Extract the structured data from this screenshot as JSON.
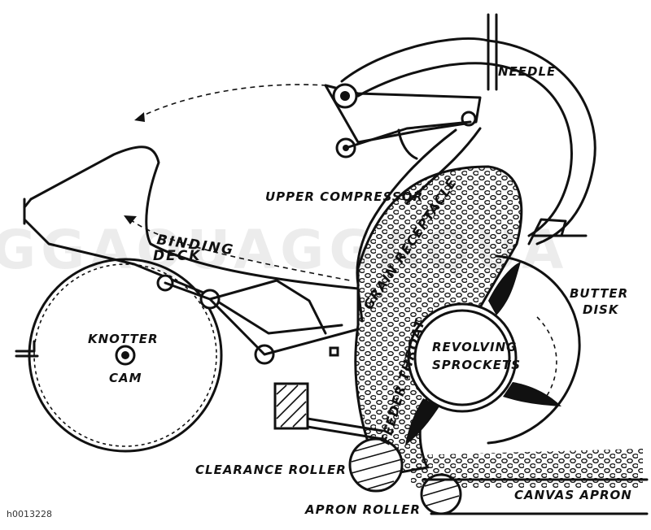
{
  "labels": {
    "needle": "NEEDLE",
    "upper_compressor": "UPPER COMPRESSOR",
    "binding_deck_line1": "BINDING",
    "binding_deck_line2": "DECK",
    "grain_receptacle": "GRAIN RECEPTACLE",
    "butter_disk_line1": "BUTTER",
    "butter_disk_line2": "DISK",
    "knotter_cam_line1": "KNOTTER",
    "knotter_cam_line2": "CAM",
    "revolving_sprockets_line1": "REVOLVING",
    "revolving_sprockets_line2": "SPROCKETS",
    "feeder_throat": "FEEDER THROAT",
    "clearance_roller": "CLEARANCE ROLLER",
    "apron_roller": "APRON ROLLER",
    "canvas_apron": "CANVAS APRON"
  },
  "image_code": "h0013228",
  "watermark": "GGAQUAGGAQUA"
}
